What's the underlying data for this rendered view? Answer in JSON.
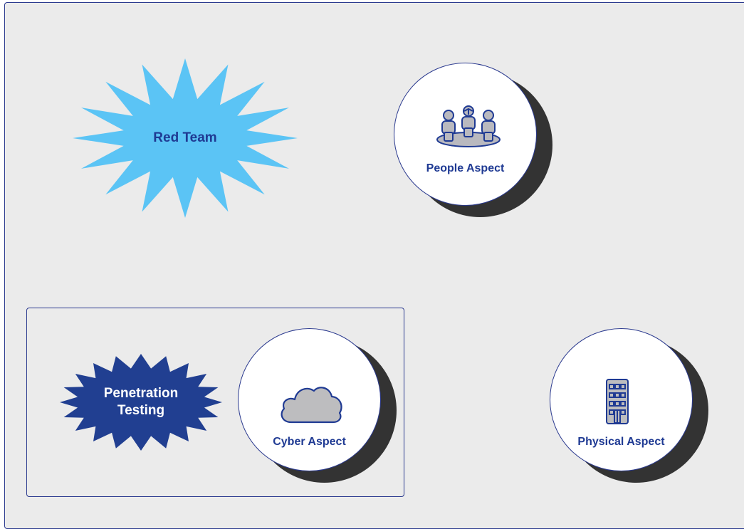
{
  "diagram": {
    "colors": {
      "frame_border": "#2b3a8f",
      "background": "#ebebeb",
      "red_team_fill": "#5bc4f5",
      "red_team_text": "#1f3a93",
      "pentest_fill": "#213f91",
      "pentest_text": "#ffffff",
      "aspect_text": "#1f3a93",
      "shadow": "#333333"
    },
    "red_team": {
      "label": "Red Team"
    },
    "penetration_testing": {
      "line1": "Penetration",
      "line2": "Testing"
    },
    "aspects": {
      "people": {
        "label": "People Aspect",
        "icon": "people-group-icon"
      },
      "cyber": {
        "label": "Cyber Aspect",
        "icon": "cloud-icon"
      },
      "physical": {
        "label": "Physical Aspect",
        "icon": "building-icon"
      }
    }
  }
}
